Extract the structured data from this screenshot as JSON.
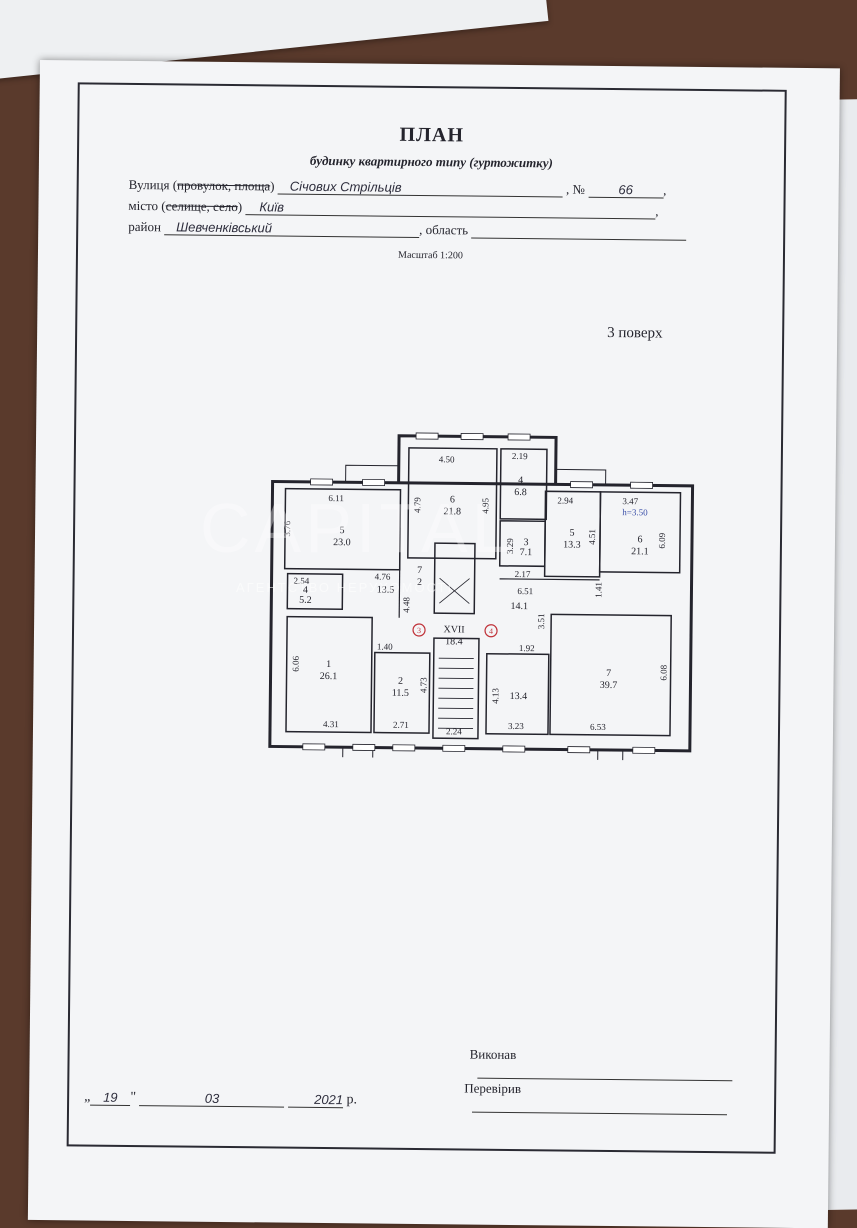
{
  "header": {
    "title": "ПЛАН",
    "subtitle": "будинку квартирного типу (гуртожитку)",
    "street_label": "Вулиця (",
    "street_struck": "провулок, площа",
    "street_label_end": ")",
    "street_value": "Січових Стрільців",
    "number_label": ", №",
    "number_value": "66",
    "city_label": "місто (",
    "city_struck": "селище, село",
    "city_label_end": ")",
    "city_value": "Київ",
    "district_label": "район",
    "district_value": "Шевченківський",
    "region_label": ", область",
    "scale": "Масштаб 1:200",
    "floor": "3 поверх"
  },
  "plan": {
    "dims": {
      "d450": "4.50",
      "d219": "2.19",
      "d611": "6.11",
      "d294": "2.94",
      "d347": "3.47",
      "h350": "h=3.50",
      "d376": "3.76",
      "d479": "4.79",
      "d495": "4.95",
      "d329": "3.29",
      "d451": "4.51",
      "d609": "6.09",
      "d254": "2.54",
      "d476": "4.76",
      "d217": "2.17",
      "d651": "6.51",
      "d141": "1.41",
      "d448": "4.48",
      "d140": "1.40",
      "d192": "1.92",
      "d351": "3.51",
      "d606": "6.06",
      "d473": "4.73",
      "d413": "4.13",
      "d608": "6.08",
      "d431": "4.31",
      "d271": "2.71",
      "d224": "2.24",
      "d323": "3.23",
      "d653": "6.53"
    },
    "rooms": {
      "r6a": "6",
      "r6a_area": "21.8",
      "r4a": "4",
      "r4a_area": "6.8",
      "r5a": "5",
      "r5a_area": "23.0",
      "r3a": "3",
      "r3a_area": "7.1",
      "r5b": "5",
      "r5b_area": "13.3",
      "r6b": "6",
      "r6b_area": "21.1",
      "r7a": "7",
      "r7a_area": "13.5",
      "r4b": "4",
      "r4b_area": "5.2",
      "r2a": "2",
      "rXVII": "XVII",
      "rXVII_area": "18.4",
      "rCorr_area": "14.1",
      "r1a": "1",
      "r1a_area": "26.1",
      "r2b": "2",
      "r2b_area": "11.5",
      "r13_area": "13.4",
      "r7b": "7",
      "r7b_area": "39.7",
      "m3": "3",
      "m4": "4"
    }
  },
  "footer": {
    "performed_label": "Виконав",
    "checked_label": "Перевірив",
    "date_day": "19",
    "date_month": "03",
    "date_year": "2021",
    "date_suffix": "р."
  },
  "watermark": {
    "brand": "CAPITAL",
    "tagline": "АГЕНТСТВО НЕРУХОМОСТІ"
  }
}
